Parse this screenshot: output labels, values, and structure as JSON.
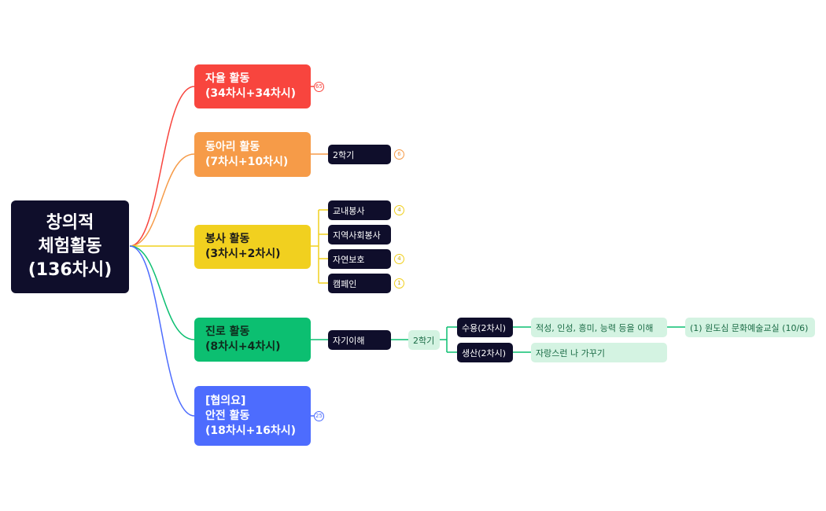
{
  "root": {
    "label": "창의적\n체험활동\n(136차시)"
  },
  "branches": {
    "autonomous": {
      "label": "자율 활동\n(34차시+34차시)",
      "badge": "65",
      "color": "#f8453e"
    },
    "club": {
      "label": "동아리 활동\n(7차시+10차시)",
      "color": "#f69b48",
      "children": [
        {
          "label": "2학기",
          "badge": "6"
        }
      ]
    },
    "service": {
      "label": "봉사 활동\n(3차시+2차시)",
      "color": "#f1d01f",
      "children": [
        {
          "label": "교내봉사",
          "badge": "4"
        },
        {
          "label": "지역사회봉사"
        },
        {
          "label": "자연보호",
          "badge": "4"
        },
        {
          "label": "캠페인",
          "badge": "1"
        }
      ]
    },
    "career": {
      "label": "진로 활동\n(8차시+4차시)",
      "color": "#0cbf71",
      "child": {
        "label": "자기이해",
        "semester": {
          "label": "2학기",
          "children": [
            {
              "label": "수용(2차시)",
              "detail": "적성, 인성, 흥미, 능력 등을 이해",
              "extra": "(1) 원도심 문화예술교실 (10/6)"
            },
            {
              "label": "생산(2차시)",
              "detail": "자랑스런 나 가꾸기"
            }
          ]
        }
      }
    },
    "safety": {
      "label": "[협의요]\n안전 활동\n(18차시+16차시)",
      "badge": "25",
      "color": "#4d6cfe"
    }
  }
}
